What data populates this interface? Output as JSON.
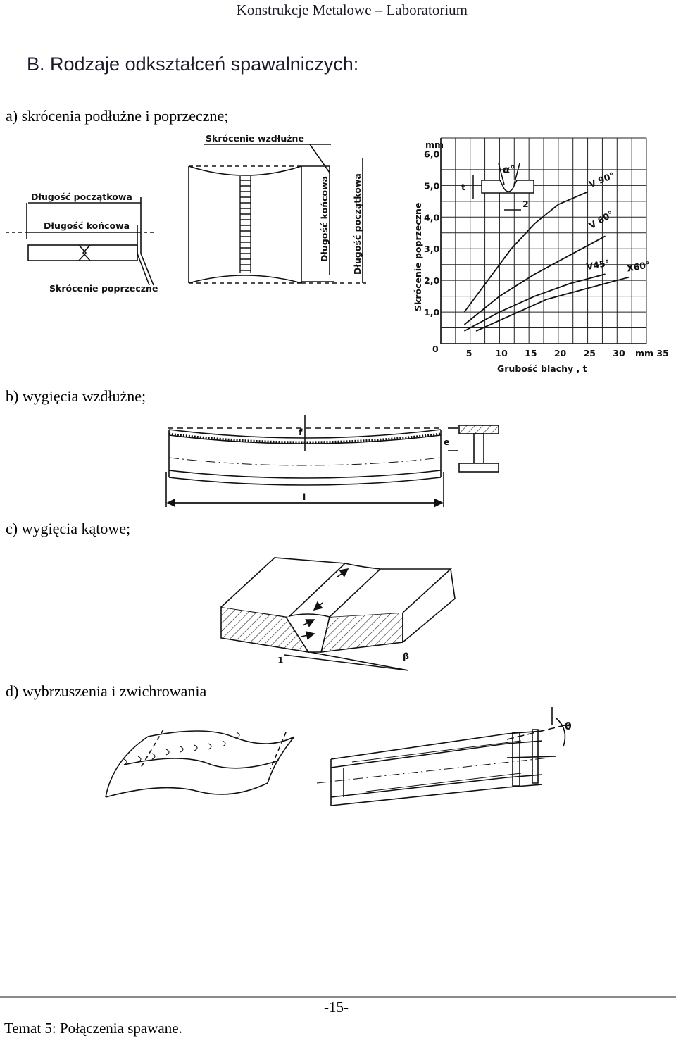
{
  "header": {
    "running_title": "Konstrukcje Metalowe – Laboratorium"
  },
  "section": {
    "title": "B.  Rodzaje odkształceń spawalniczych:"
  },
  "captions": {
    "a": "a)   skrócenia podłużne i poprzeczne;",
    "b": "b)   wygięcia wzdłużne;",
    "c": "c)   wygięcia kątowe;",
    "d": "d)   wybrzuszenia i zwichrowania"
  },
  "figure_a": {
    "left_labels": {
      "initial_length": "Długość początkowa",
      "final_length": "Długość końcowa",
      "transverse_shortening": "Skrócenie poprzeczne"
    },
    "mid_labels": {
      "longitudinal_shortening": "Skrócenie wzdłużne",
      "final_length": "Długość końcowa",
      "initial_length": "Długość początkowa"
    }
  },
  "chart_data": {
    "type": "line",
    "x": [
      5,
      10,
      15,
      20,
      25,
      30,
      35
    ],
    "x_tick_labels": [
      "5",
      "10",
      "15",
      "20",
      "25",
      "30",
      "mm 35"
    ],
    "y_tick_labels": [
      "1,0",
      "2,0",
      "3,0",
      "4,0",
      "5,0",
      "6,0"
    ],
    "y_unit": "mm",
    "origin_label": "0",
    "xlabel": "Grubość blachy , t",
    "ylabel": "Skrócenie poprzeczne",
    "xlim": [
      0,
      35
    ],
    "ylim": [
      0,
      6.5
    ],
    "grid": true,
    "inset_labels": {
      "thickness": "t",
      "angle": "α°",
      "gap": "2"
    },
    "series": [
      {
        "name": "V 90°",
        "x": [
          4,
          8,
          12,
          16,
          20,
          25
        ],
        "y": [
          1.0,
          2.0,
          3.0,
          3.8,
          4.4,
          4.8
        ]
      },
      {
        "name": "V 60°",
        "x": [
          4,
          10,
          16,
          22,
          28
        ],
        "y": [
          0.6,
          1.5,
          2.2,
          2.8,
          3.4
        ]
      },
      {
        "name": "V45°",
        "x": [
          4,
          10,
          16,
          22,
          28
        ],
        "y": [
          0.4,
          1.0,
          1.5,
          1.9,
          2.2
        ]
      },
      {
        "name": "X60°",
        "x": [
          6,
          12,
          18,
          24,
          32
        ],
        "y": [
          0.4,
          0.9,
          1.4,
          1.7,
          2.1
        ]
      }
    ]
  },
  "figure_b": {
    "deflection": "f",
    "eccentricity": "e",
    "length": "l"
  },
  "figure_c": {
    "marker": "1",
    "angle": "β"
  },
  "figure_d": {
    "angle": "θ"
  },
  "footer": {
    "page_number": "-15-",
    "topic": "Temat 5:  Połączenia spawane."
  }
}
